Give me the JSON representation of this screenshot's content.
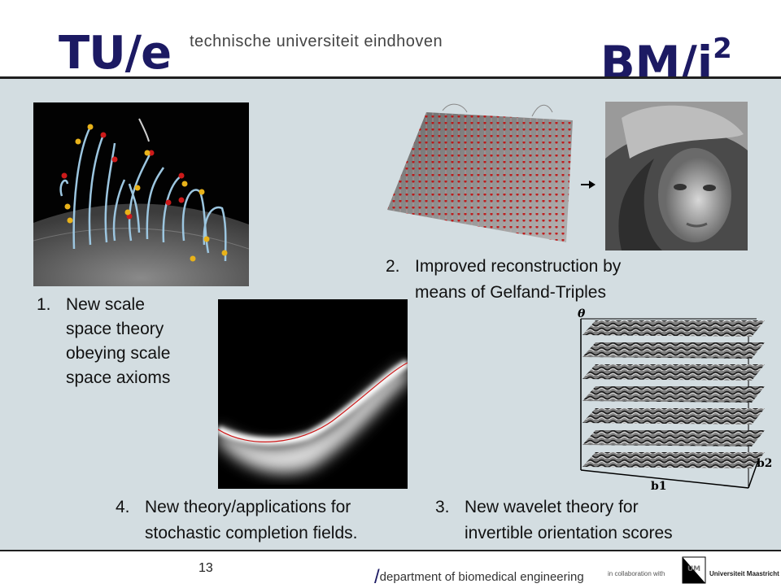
{
  "header": {
    "logo_left": "TU/e",
    "university_name": "technische universiteit eindhoven",
    "logo_right_main": "BM/i",
    "logo_right_sup": "2"
  },
  "items": [
    {
      "num": "1.",
      "lines": [
        "New scale",
        "space theory",
        "obeying scale",
        "space axioms"
      ]
    },
    {
      "num": "2.",
      "lines": [
        "Improved reconstruction by",
        "means of Gelfand-Triples"
      ]
    },
    {
      "num": "3.",
      "lines": [
        "New wavelet theory for",
        "invertible orientation scores"
      ]
    },
    {
      "num": "4.",
      "lines": [
        "New theory/applications for",
        "stochastic completion fields."
      ]
    }
  ],
  "figure_labels": {
    "theta": "θ",
    "b1": "b1",
    "b2": "b2"
  },
  "footer": {
    "page_number": "13",
    "department_slash": "/",
    "department": "department of biomedical engineering",
    "collaboration": "in collaboration with",
    "partner_logo": "UM",
    "partner": "Universiteit Maastricht"
  }
}
